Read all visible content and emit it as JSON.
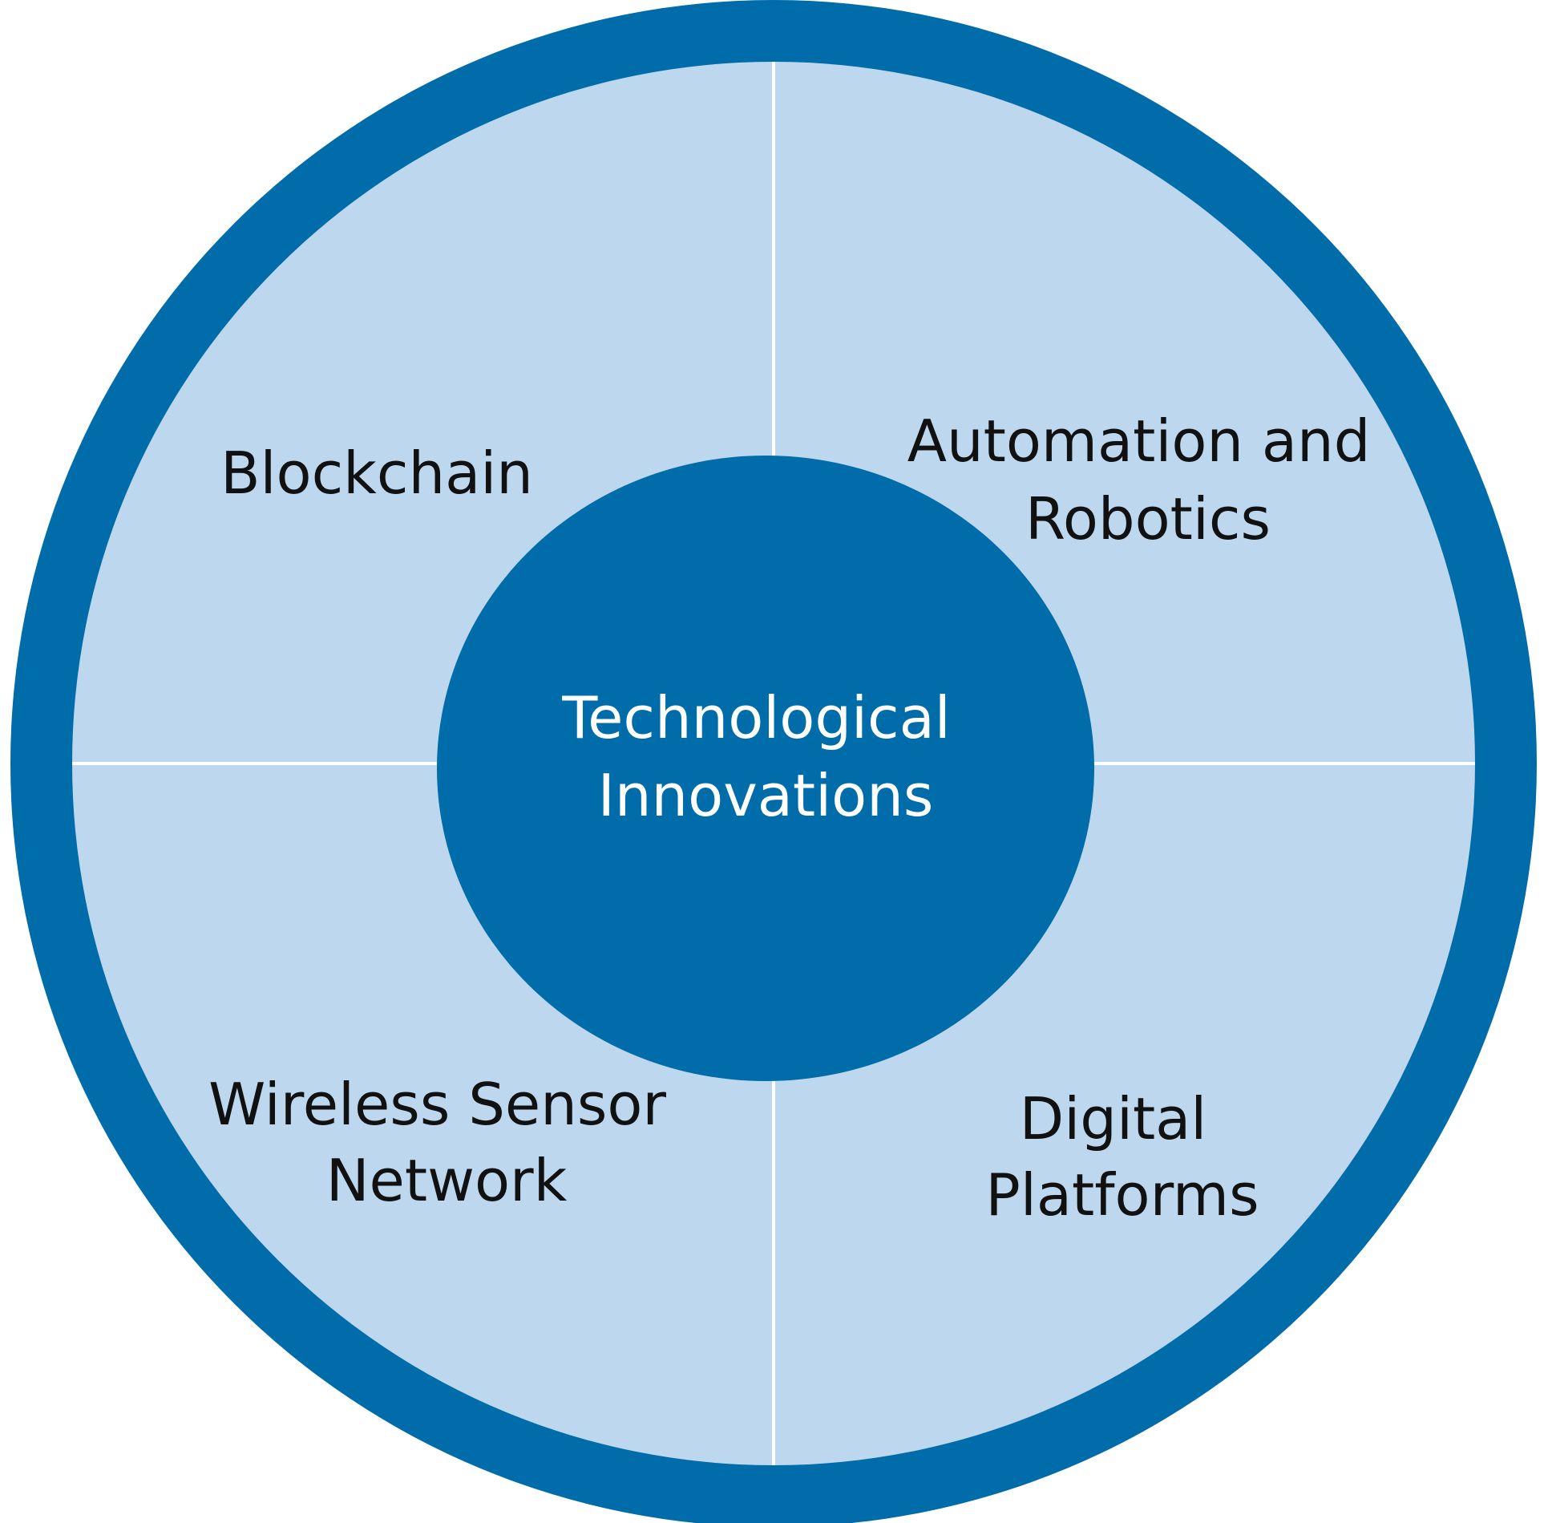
{
  "colors": {
    "ring": "#006ca9",
    "quadrant_fill": "#bdd7ee",
    "divider": "#ffffff",
    "hub": "#006ca9",
    "quadrant_text": "#111111",
    "hub_text": "#ffffff"
  },
  "hub": {
    "line1": "Technological",
    "line2": "Innovations"
  },
  "quadrants": {
    "top_left": {
      "line1": "Blockchain"
    },
    "top_right": {
      "line1": "Automation and",
      "line2": "Robotics"
    },
    "bottom_left": {
      "line1": "Wireless Sensor",
      "line2": "Network"
    },
    "bottom_right": {
      "line1": "Digital",
      "line2": "Platforms"
    }
  }
}
